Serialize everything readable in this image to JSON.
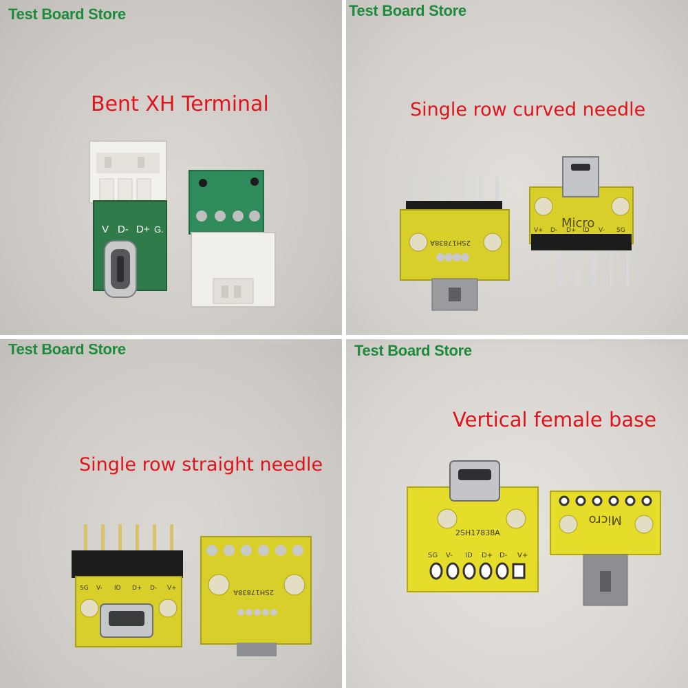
{
  "panels": [
    {
      "store_label": "Test Board Store",
      "caption": "Bent XH Terminal",
      "pin_labels": [
        "V",
        "D-",
        "D+",
        "G."
      ]
    },
    {
      "store_label": "Test Board Store",
      "caption": "Single row curved needle",
      "board_text": "2SH17838A",
      "brand_text": "Micro",
      "pin_labels": [
        "V+",
        "D-",
        "D+",
        "ID",
        "V-",
        "SG"
      ]
    },
    {
      "store_label": "Test Board Store",
      "caption": "Single row straight needle",
      "board_text": "2SH17838A",
      "pin_labels": [
        "SG",
        "V-",
        "ID",
        "D+",
        "D-",
        "V+"
      ]
    },
    {
      "store_label": "Test Board Store",
      "caption": "Vertical female base",
      "board_text": "2SH17838A",
      "brand_text": "Micro",
      "pin_labels": [
        "SG",
        "V-",
        "ID",
        "D+",
        "D-",
        "V+"
      ]
    }
  ]
}
